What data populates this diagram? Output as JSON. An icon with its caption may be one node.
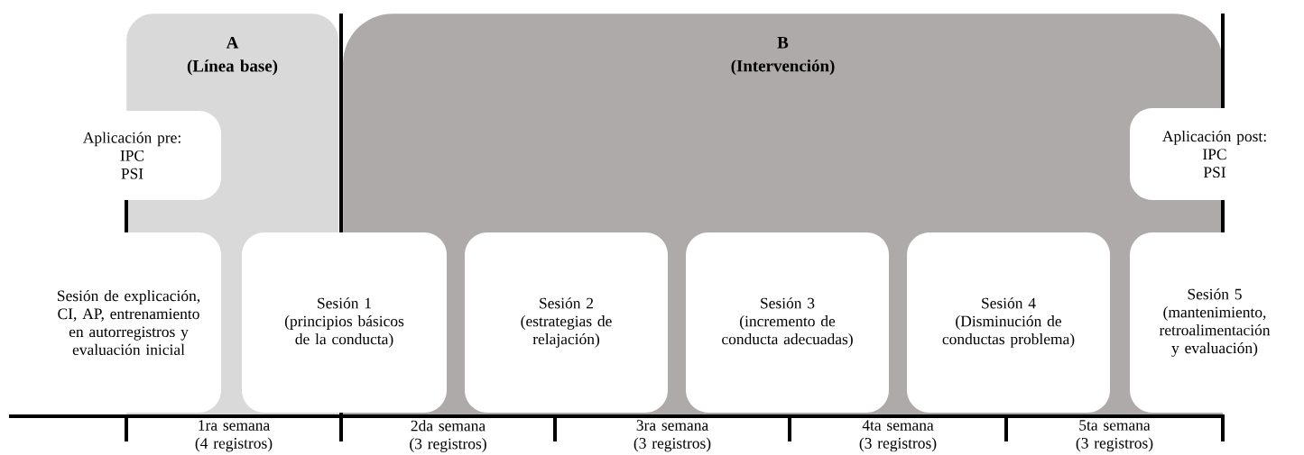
{
  "diagram": {
    "nodes": [
      {
        "text": [
          "A",
          "(Línea base)"
        ]
      },
      {
        "text": [
          "B",
          "(Intervención)"
        ]
      },
      {
        "text": [
          "Aplicación pre:",
          "IPC",
          "PSI"
        ]
      },
      {
        "text": [
          "Sesión de explicación, CI, AP, entrenamiento en autorregistros y evaluación inicial"
        ]
      },
      {
        "text": [
          "Sesión 1",
          "(principios básicos de la conducta)"
        ]
      },
      {
        "text": [
          "Sesión 2",
          "(estrategias de relajación)"
        ],
        "in": 1
      },
      {
        "text": [
          "Sesión 3",
          "(incremento de conducta adecuadas)"
        ],
        "in": 1
      },
      {
        "text": [
          "Sesión 4",
          "(Disminución de conductas problema)"
        ],
        "in": 1
      },
      {
        "text": [
          "Aplicación post:",
          "IPC",
          "PSI"
        ]
      },
      {
        "text": [
          "Sesión 5",
          "(mantenimiento, retroalimentación y evaluación)"
        ]
      }
    ],
    "labels": [
      "1ra semana (4 registros)",
      "2da semana (3 registros)",
      "3ra semana (3 registros)",
      "4ta semana (3 registros)",
      "5ta semana (3 registros)"
    ]
  }
}
